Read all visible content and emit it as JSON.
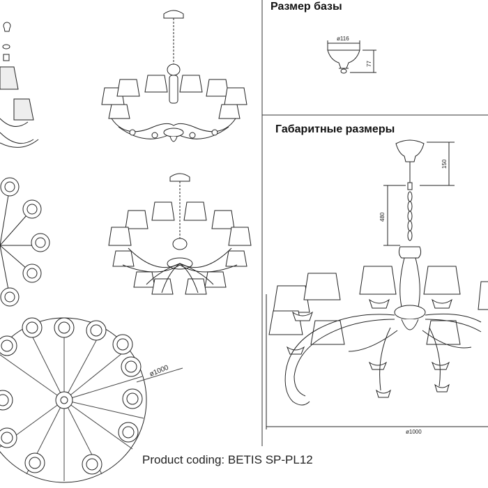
{
  "headings": {
    "base_size": "Размер базы",
    "overall_size": "Габаритные размеры"
  },
  "dimensions": {
    "base_diameter": "ø116",
    "base_height": "77",
    "canopy_gap": "150",
    "chain_length": "480",
    "overall_diameter": "ø1000",
    "plan_diameter": "ø1000"
  },
  "footer": {
    "product_coding": "Product coding: BETIS SP-PL12"
  },
  "colors": {
    "line": "#222222",
    "paper": "#ffffff"
  }
}
